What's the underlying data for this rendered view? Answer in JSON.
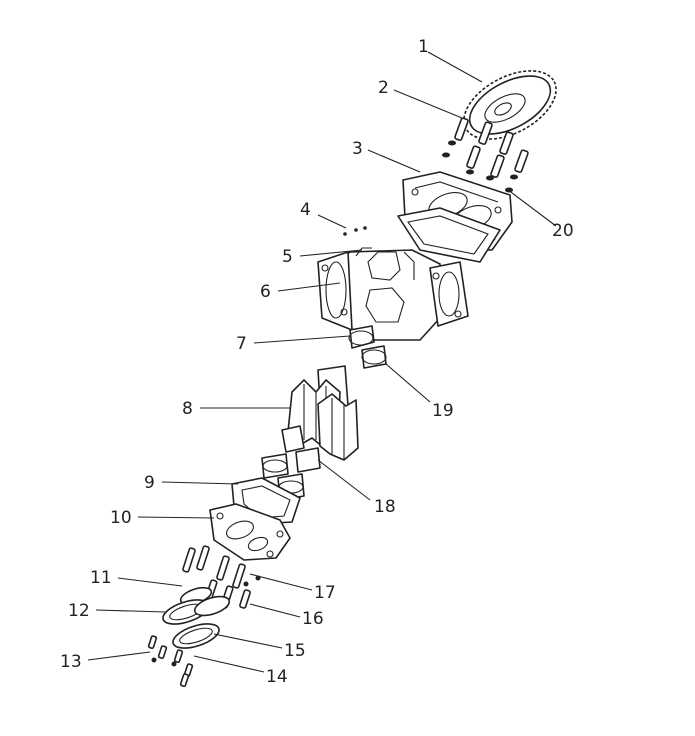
{
  "callouts": [
    {
      "id": "1"
    },
    {
      "id": "2"
    },
    {
      "id": "3"
    },
    {
      "id": "4"
    },
    {
      "id": "5"
    },
    {
      "id": "6"
    },
    {
      "id": "7"
    },
    {
      "id": "8"
    },
    {
      "id": "9"
    },
    {
      "id": "10"
    },
    {
      "id": "11"
    },
    {
      "id": "12"
    },
    {
      "id": "13"
    },
    {
      "id": "14"
    },
    {
      "id": "15"
    },
    {
      "id": "16"
    },
    {
      "id": "17"
    },
    {
      "id": "18"
    },
    {
      "id": "19"
    },
    {
      "id": "20"
    }
  ]
}
